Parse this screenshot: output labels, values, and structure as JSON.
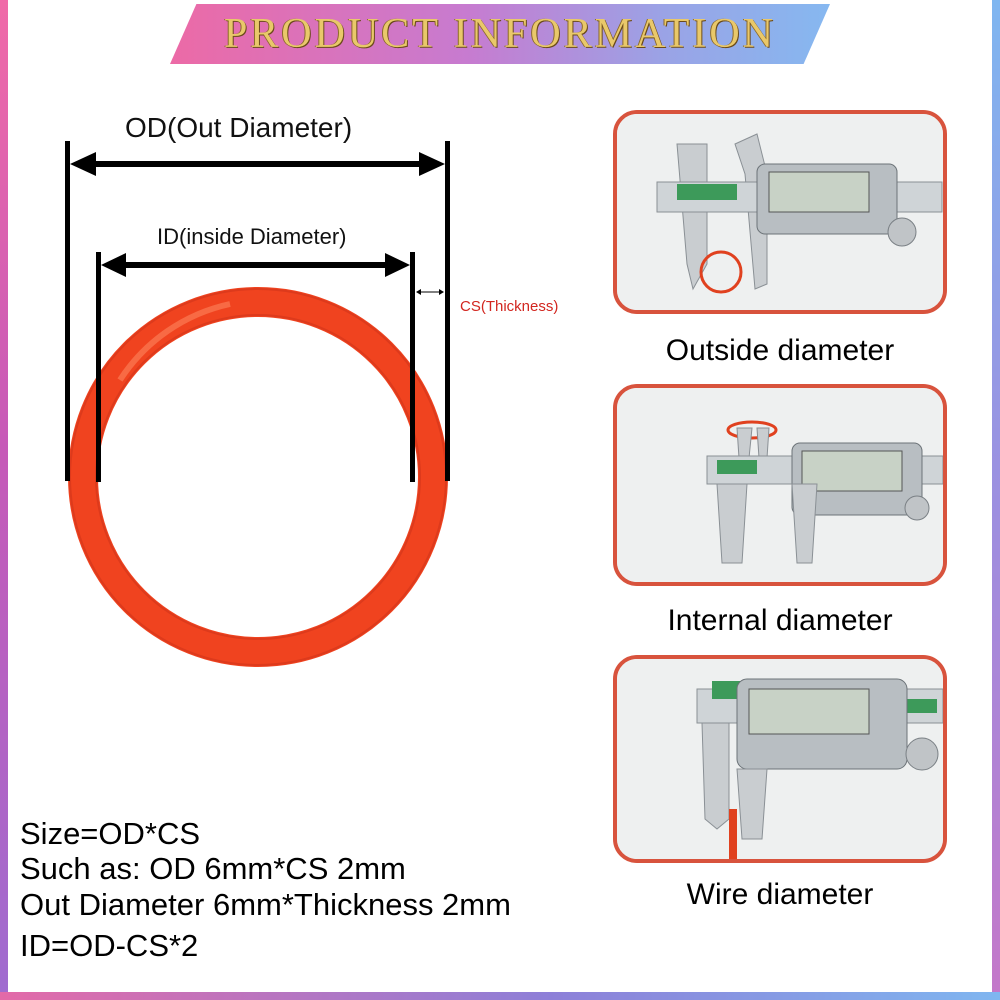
{
  "header": {
    "title": "PRODUCT INFORMATION"
  },
  "diagram": {
    "od_label": "OD(Out Diameter)",
    "id_label": "ID(inside Diameter)",
    "cs_label": "CS(Thickness)"
  },
  "formulas": [
    "Size=OD*CS",
    "Such as: OD 6mm*CS 2mm",
    "Out Diameter 6mm*Thickness 2mm",
    "ID=OD-CS*2"
  ],
  "photos": [
    {
      "caption": "Outside diameter"
    },
    {
      "caption": "Internal diameter"
    },
    {
      "caption": "Wire diameter"
    }
  ],
  "colors": {
    "ring": "#f0431f",
    "card_border": "#d8533d",
    "title": "#e9c86a"
  }
}
